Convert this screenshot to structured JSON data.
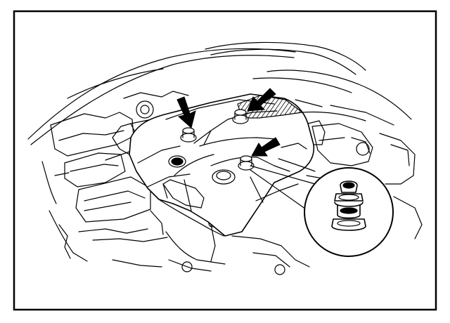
{
  "figure": {
    "kind": "line-drawing",
    "subject": "engine-cover-with-clips",
    "colors": {
      "line": "#000000",
      "background": "#ffffff",
      "hatch": "#000000"
    },
    "callouts": {
      "arrow_count": 3,
      "detail_inset": "clip-closeup"
    },
    "labels": []
  }
}
